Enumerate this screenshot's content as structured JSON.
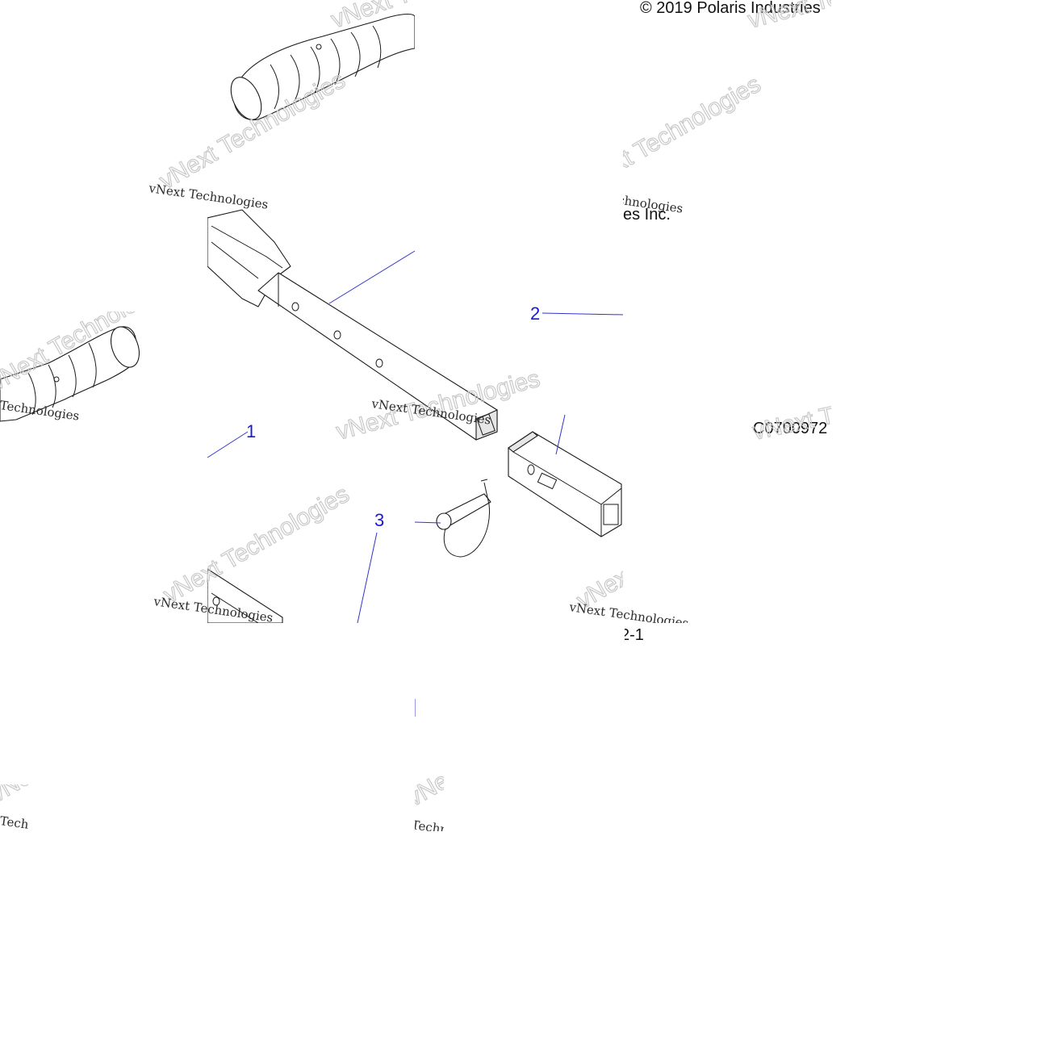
{
  "copyright": "© 2019 Polaris Industries",
  "copyright_fragment": "es Inc.",
  "drawing_code": "C0700972",
  "page_code": "2-1",
  "watermark": {
    "line1": "vNext Technologies",
    "big": "vNext Technologies"
  },
  "callouts": [
    "1",
    "2",
    "3"
  ],
  "colors": {
    "callout": "#1a1ad6",
    "leader": "#3333cc",
    "line": "#1a1a1a",
    "watermark": "#c9c9c9"
  }
}
